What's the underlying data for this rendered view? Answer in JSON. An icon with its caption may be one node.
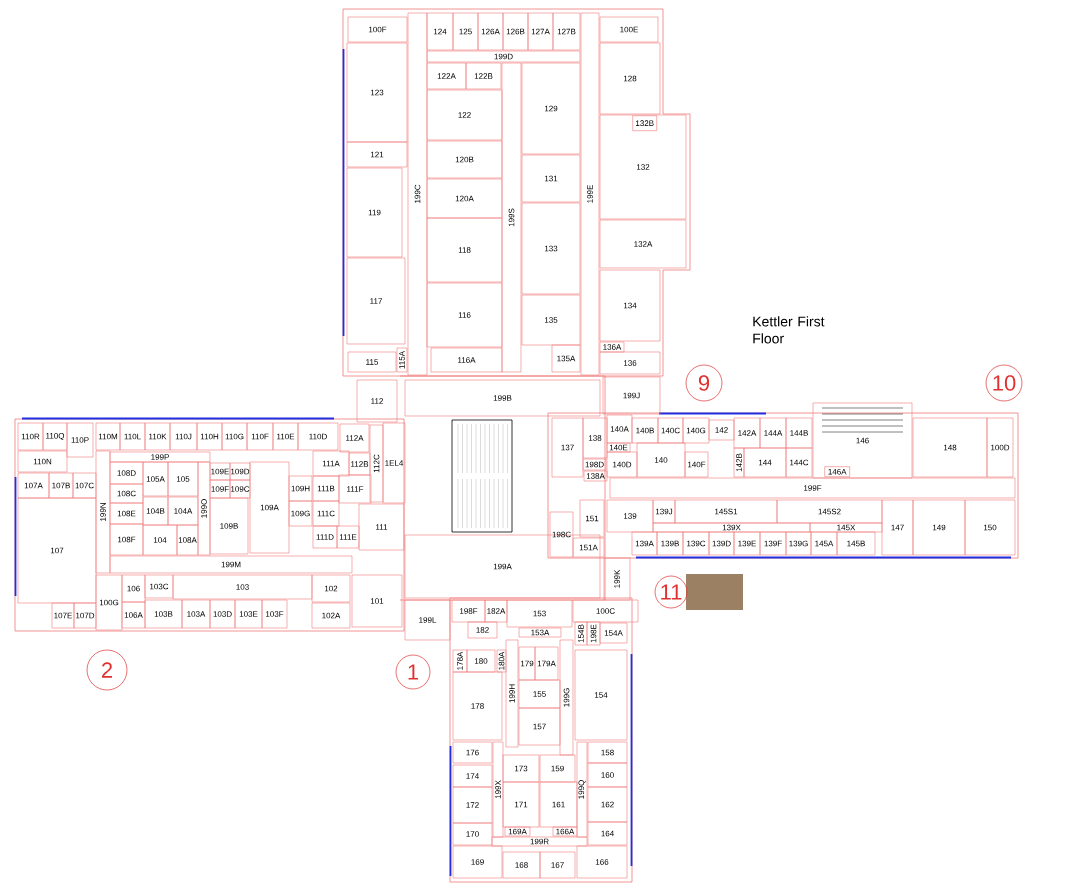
{
  "diagram": {
    "title": "Kettler First Floor",
    "nodes": [
      {
        "text": [
          "100F"
        ]
      },
      {
        "text": [
          "124"
        ]
      },
      {
        "text": [
          "125"
        ]
      },
      {
        "text": [
          "126A"
        ]
      },
      {
        "text": [
          "126B"
        ]
      },
      {
        "text": [
          "127A"
        ]
      },
      {
        "text": [
          "127B"
        ]
      },
      {
        "text": [
          "100E"
        ]
      },
      {
        "text": [
          "199D"
        ]
      },
      {
        "text": [
          "122A"
        ]
      },
      {
        "text": [
          "122B"
        ]
      },
      {
        "text": [
          "123"
        ]
      },
      {
        "text": [
          "199C"
        ]
      },
      {
        "text": [
          "199S"
        ]
      },
      {
        "text": [
          "199E"
        ]
      },
      {
        "text": [
          "122"
        ]
      },
      {
        "text": [
          "129"
        ]
      },
      {
        "text": [
          "128"
        ]
      },
      {
        "text": [
          "132"
        ]
      },
      {
        "text": [
          "132B"
        ],
        "in": 18
      },
      {
        "text": [
          "121"
        ]
      },
      {
        "text": [
          "120B"
        ]
      },
      {
        "text": [
          "131"
        ]
      },
      {
        "text": [
          "119"
        ]
      },
      {
        "text": [
          "120A"
        ]
      },
      {
        "text": [
          "118"
        ]
      },
      {
        "text": [
          "133"
        ]
      },
      {
        "text": [
          "132A"
        ]
      },
      {
        "text": [
          "117"
        ]
      },
      {
        "text": [
          "116"
        ]
      },
      {
        "text": [
          "135"
        ]
      },
      {
        "text": [
          "134"
        ]
      },
      {
        "text": [
          "115"
        ]
      },
      {
        "text": [
          "115A"
        ]
      },
      {
        "text": [
          "116A"
        ]
      },
      {
        "text": [
          "135A"
        ]
      },
      {
        "text": [
          "136A"
        ]
      },
      {
        "text": [
          "136"
        ]
      },
      {
        "text": [
          "112"
        ]
      },
      {
        "text": [
          "199B"
        ]
      },
      {
        "text": [
          "110R"
        ]
      },
      {
        "text": [
          "110Q"
        ]
      },
      {
        "text": [
          "110P"
        ]
      },
      {
        "text": [
          "110M"
        ]
      },
      {
        "text": [
          "110L"
        ]
      },
      {
        "text": [
          "110K"
        ]
      },
      {
        "text": [
          "110J"
        ]
      },
      {
        "text": [
          "110H"
        ]
      },
      {
        "text": [
          "110G"
        ]
      },
      {
        "text": [
          "110F"
        ]
      },
      {
        "text": [
          "110E"
        ]
      },
      {
        "text": [
          "110D"
        ]
      },
      {
        "text": [
          "112A"
        ]
      },
      {
        "text": [
          "112C"
        ]
      },
      {
        "text": [
          "1EL4"
        ]
      },
      {
        "text": [
          "110N"
        ]
      },
      {
        "text": [
          "111A"
        ]
      },
      {
        "text": [
          "112B"
        ]
      },
      {
        "text": [
          "199P"
        ]
      },
      {
        "text": [
          "108D"
        ]
      },
      {
        "text": [
          "105A"
        ]
      },
      {
        "text": [
          "105"
        ]
      },
      {
        "text": [
          "199N"
        ]
      },
      {
        "text": [
          "199O"
        ]
      },
      {
        "text": [
          "109E"
        ]
      },
      {
        "text": [
          "109D"
        ]
      },
      {
        "text": [
          "109A"
        ]
      },
      {
        "text": [
          "109H"
        ]
      },
      {
        "text": [
          "111B"
        ]
      },
      {
        "text": [
          "111F"
        ]
      },
      {
        "text": [
          "107A"
        ]
      },
      {
        "text": [
          "107B"
        ]
      },
      {
        "text": [
          "107C"
        ]
      },
      {
        "text": [
          "108C"
        ]
      },
      {
        "text": [
          "109F"
        ]
      },
      {
        "text": [
          "109C"
        ]
      },
      {
        "text": [
          "104B"
        ]
      },
      {
        "text": [
          "104A"
        ]
      },
      {
        "text": [
          "108E"
        ]
      },
      {
        "text": [
          "109G"
        ]
      },
      {
        "text": [
          "111C"
        ]
      },
      {
        "text": [
          "111"
        ]
      },
      {
        "text": [
          "107"
        ]
      },
      {
        "text": [
          "108F"
        ]
      },
      {
        "text": [
          "104"
        ]
      },
      {
        "text": [
          "108A"
        ]
      },
      {
        "text": [
          "109B"
        ]
      },
      {
        "text": [
          "111D"
        ]
      },
      {
        "text": [
          "111E"
        ]
      },
      {
        "text": [
          "199A"
        ]
      },
      {
        "text": [
          "199M"
        ]
      },
      {
        "text": [
          "100G"
        ]
      },
      {
        "text": [
          "106"
        ]
      },
      {
        "text": [
          "103C"
        ]
      },
      {
        "text": [
          "103"
        ]
      },
      {
        "text": [
          "102"
        ]
      },
      {
        "text": [
          "101"
        ]
      },
      {
        "text": [
          "107E"
        ]
      },
      {
        "text": [
          "107D"
        ]
      },
      {
        "text": [
          "106A"
        ]
      },
      {
        "text": [
          "103B"
        ]
      },
      {
        "text": [
          "103A"
        ]
      },
      {
        "text": [
          "103D"
        ]
      },
      {
        "text": [
          "103E"
        ]
      },
      {
        "text": [
          "103F"
        ]
      },
      {
        "text": [
          "102A"
        ]
      },
      {
        "text": [
          "199L"
        ]
      },
      {
        "text": [
          "198F"
        ]
      },
      {
        "text": [
          "182A"
        ]
      },
      {
        "text": [
          "153"
        ]
      },
      {
        "text": [
          "100C"
        ]
      },
      {
        "text": [
          "182"
        ]
      },
      {
        "text": [
          "154B"
        ]
      },
      {
        "text": [
          "198E"
        ]
      },
      {
        "text": [
          "154A"
        ]
      },
      {
        "text": [
          "199J"
        ]
      },
      {
        "text": [
          "140A"
        ]
      },
      {
        "text": [
          "140B"
        ]
      },
      {
        "text": [
          "140C"
        ]
      },
      {
        "text": [
          "140G"
        ]
      },
      {
        "text": [
          "142"
        ]
      },
      {
        "text": [
          "142A"
        ]
      },
      {
        "text": [
          "144A"
        ]
      },
      {
        "text": [
          "144B"
        ]
      },
      {
        "text": [
          "146"
        ]
      },
      {
        "text": [
          "148"
        ]
      },
      {
        "text": [
          "100D"
        ]
      },
      {
        "text": [
          "137"
        ]
      },
      {
        "text": [
          "138"
        ]
      },
      {
        "text": [
          "140E"
        ]
      },
      {
        "text": [
          "140D"
        ]
      },
      {
        "text": [
          "140"
        ]
      },
      {
        "text": [
          "140F"
        ]
      },
      {
        "text": [
          "142B"
        ]
      },
      {
        "text": [
          "144"
        ]
      },
      {
        "text": [
          "144C"
        ]
      },
      {
        "text": [
          "146A"
        ],
        "in": 124
      },
      {
        "text": [
          "198D"
        ]
      },
      {
        "text": [
          "138A"
        ]
      },
      {
        "text": [
          "199F"
        ]
      },
      {
        "text": [
          "139"
        ]
      },
      {
        "text": [
          "139J"
        ]
      },
      {
        "text": [
          "145S1"
        ]
      },
      {
        "text": [
          "145S2"
        ]
      },
      {
        "text": [
          "147"
        ]
      },
      {
        "text": [
          "149"
        ]
      },
      {
        "text": [
          "150"
        ]
      },
      {
        "text": [
          "151"
        ]
      },
      {
        "text": [
          "198C"
        ]
      },
      {
        "text": [
          "139X"
        ]
      },
      {
        "text": [
          "145X"
        ]
      },
      {
        "text": [
          "151A"
        ]
      },
      {
        "text": [
          "139A"
        ]
      },
      {
        "text": [
          "139B"
        ]
      },
      {
        "text": [
          "139C"
        ]
      },
      {
        "text": [
          "139D"
        ]
      },
      {
        "text": [
          "139E"
        ]
      },
      {
        "text": [
          "139F"
        ]
      },
      {
        "text": [
          "139G"
        ]
      },
      {
        "text": [
          "145A"
        ]
      },
      {
        "text": [
          "145B"
        ]
      },
      {
        "text": [
          "199K"
        ]
      },
      {
        "text": [
          "153A"
        ]
      },
      {
        "text": [
          "178A"
        ]
      },
      {
        "text": [
          "180"
        ]
      },
      {
        "text": [
          "180A"
        ]
      },
      {
        "text": [
          "179"
        ]
      },
      {
        "text": [
          "179A"
        ]
      },
      {
        "text": [
          "154"
        ]
      },
      {
        "text": [
          "199H"
        ]
      },
      {
        "text": [
          "199G"
        ]
      },
      {
        "text": [
          "178"
        ]
      },
      {
        "text": [
          "155"
        ]
      },
      {
        "text": [
          "157"
        ]
      },
      {
        "text": [
          "176"
        ]
      },
      {
        "text": [
          "158"
        ]
      },
      {
        "text": [
          "173"
        ]
      },
      {
        "text": [
          "159"
        ]
      },
      {
        "text": [
          "174"
        ]
      },
      {
        "text": [
          "160"
        ]
      },
      {
        "text": [
          "199X"
        ]
      },
      {
        "text": [
          "171"
        ]
      },
      {
        "text": [
          "161"
        ]
      },
      {
        "text": [
          "199Q"
        ]
      },
      {
        "text": [
          "172"
        ]
      },
      {
        "text": [
          "162"
        ]
      },
      {
        "text": [
          "169A"
        ]
      },
      {
        "text": [
          "166A"
        ]
      },
      {
        "text": [
          "170"
        ]
      },
      {
        "text": [
          "164"
        ]
      },
      {
        "text": [
          "199R"
        ]
      },
      {
        "text": [
          "169"
        ]
      },
      {
        "text": [
          "168"
        ]
      },
      {
        "text": [
          "167"
        ]
      },
      {
        "text": [
          "166"
        ]
      },
      {
        "text": [
          "1"
        ]
      },
      {
        "text": [
          "2"
        ]
      },
      {
        "text": [
          "9"
        ]
      },
      {
        "text": [
          "10"
        ]
      },
      {
        "text": [
          "11"
        ]
      }
    ]
  }
}
